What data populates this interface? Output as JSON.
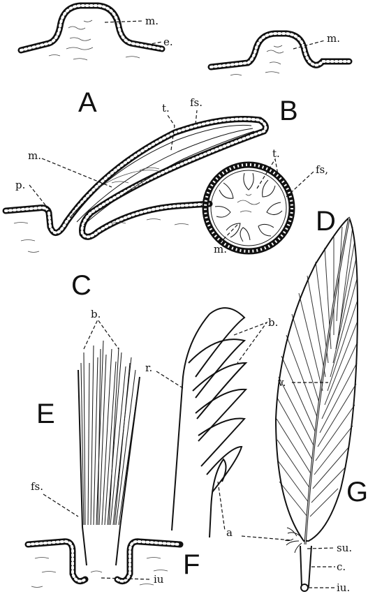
{
  "figure": {
    "panels": {
      "A": {
        "letter": "A",
        "labels": {
          "m": "m.",
          "e": "e."
        }
      },
      "B": {
        "letter": "B",
        "labels": {
          "m": "m."
        }
      },
      "C": {
        "letter": "C",
        "labels": {
          "t": "t.",
          "fs": "fs.",
          "m": "m.",
          "p": "p."
        }
      },
      "D": {
        "letter": "D",
        "labels": {
          "t": "t.",
          "fs": "fs,",
          "m": "m."
        }
      },
      "E": {
        "letter": "E",
        "labels": {
          "b": "b.",
          "fs": "fs.",
          "iu": "iu"
        }
      },
      "F": {
        "letter": "F",
        "labels": {
          "b": "b.",
          "r": "r.",
          "a": "a"
        }
      },
      "G": {
        "letter": "G",
        "labels": {
          "v": "v.",
          "su": "su.",
          "c": "c.",
          "iu": "iu."
        }
      }
    }
  }
}
